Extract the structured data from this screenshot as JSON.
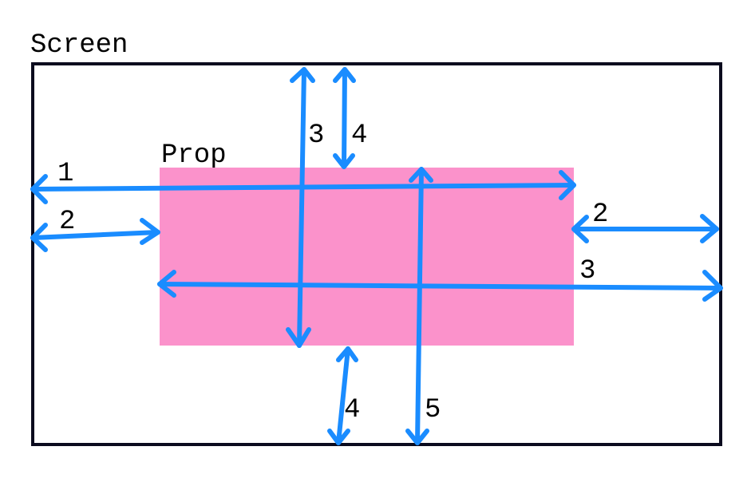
{
  "colors": {
    "arrow": "#1a8cff",
    "prop_fill": "#fb92cb",
    "screen_border": "#0b0b1e",
    "text": "#000000"
  },
  "screen": {
    "label": "Screen"
  },
  "prop": {
    "label": "Prop"
  },
  "arrows": [
    {
      "id": "arrow-1-horizontal",
      "label": "1"
    },
    {
      "id": "arrow-2-left",
      "label": "2"
    },
    {
      "id": "arrow-2-right",
      "label": "2"
    },
    {
      "id": "arrow-3-vertical",
      "label": "3"
    },
    {
      "id": "arrow-3-horizontal",
      "label": "3"
    },
    {
      "id": "arrow-4-top",
      "label": "4"
    },
    {
      "id": "arrow-4-bottom",
      "label": "4"
    },
    {
      "id": "arrow-5-vertical",
      "label": "5"
    }
  ]
}
